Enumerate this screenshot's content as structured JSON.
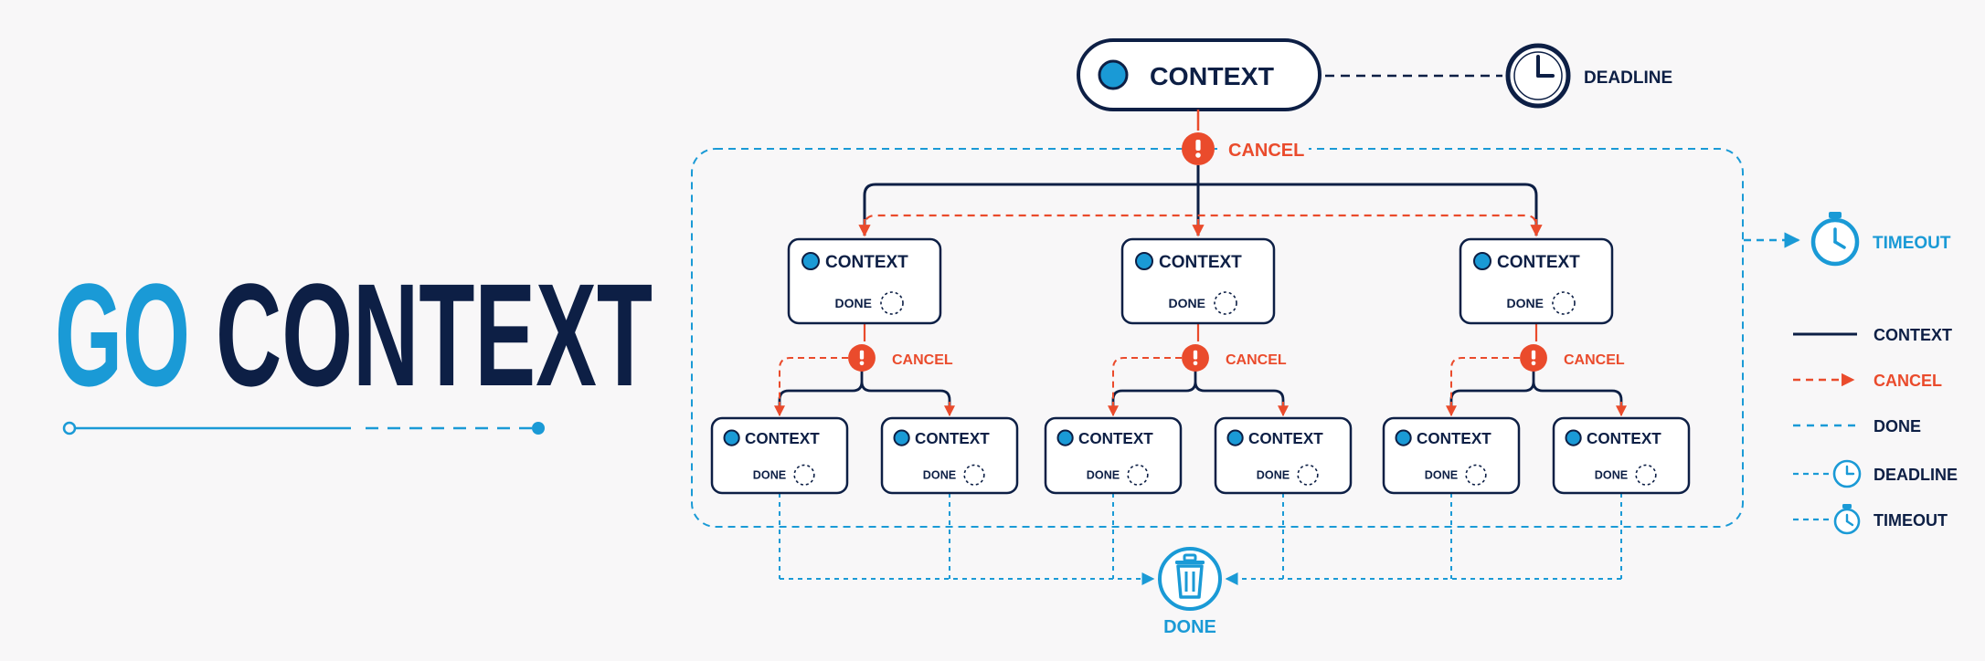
{
  "title": {
    "word1": "GO",
    "word2": "CONTEXT"
  },
  "colors": {
    "navy": "#0d1f45",
    "blue": "#1a9ad6",
    "red": "#ea4b2c",
    "background": "#f8f7f8"
  },
  "root": {
    "label": "CONTEXT",
    "deadline_label": "DEADLINE"
  },
  "cancel_label": "CANCEL",
  "timeout_label": "TIMEOUT",
  "level1_nodes": [
    {
      "label": "CONTEXT",
      "done": "DONE",
      "cancel": "CANCEL"
    },
    {
      "label": "CONTEXT",
      "done": "DONE",
      "cancel": "CANCEL"
    },
    {
      "label": "CONTEXT",
      "done": "DONE",
      "cancel": "CANCEL"
    }
  ],
  "level2_nodes": [
    {
      "label": "CONTEXT",
      "done": "DONE"
    },
    {
      "label": "CONTEXT",
      "done": "DONE"
    },
    {
      "label": "CONTEXT",
      "done": "DONE"
    },
    {
      "label": "CONTEXT",
      "done": "DONE"
    },
    {
      "label": "CONTEXT",
      "done": "DONE"
    },
    {
      "label": "CONTEXT",
      "done": "DONE"
    }
  ],
  "sink_label": "DONE",
  "legend": [
    {
      "style": "solid",
      "label": "CONTEXT"
    },
    {
      "style": "cancel",
      "label": "CANCEL"
    },
    {
      "style": "done",
      "label": "DONE"
    },
    {
      "style": "deadline",
      "label": "DEADLINE"
    },
    {
      "style": "timeout",
      "label": "TIMEOUT"
    }
  ]
}
